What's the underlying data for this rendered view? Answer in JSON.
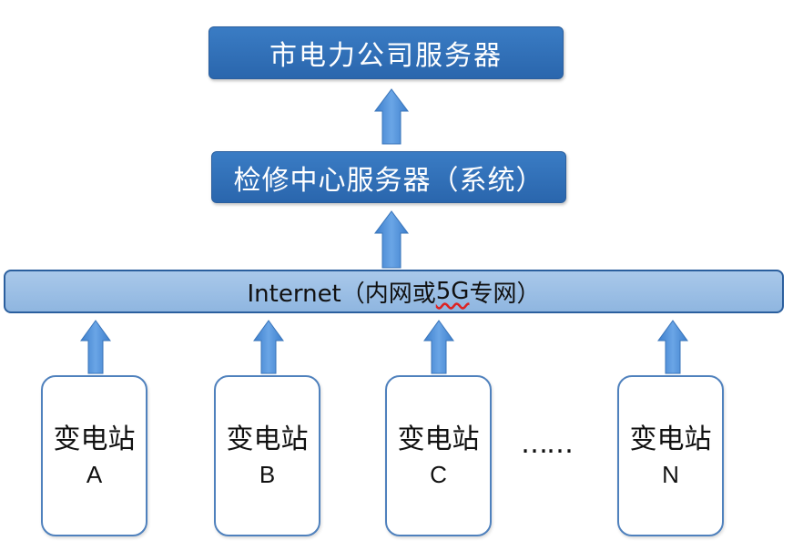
{
  "city_server": {
    "label": "市电力公司服务器"
  },
  "repair_server": {
    "label": "检修中心服务器（系统）"
  },
  "network": {
    "label_prefix": "Internet（内网或",
    "label_underlined": "5G",
    "label_suffix": "专网）"
  },
  "stations": [
    {
      "name": "变电站",
      "id": "A"
    },
    {
      "name": "变电站",
      "id": "B"
    },
    {
      "name": "变电站",
      "id": "C"
    },
    {
      "name": "变电站",
      "id": "N"
    }
  ],
  "ellipsis": "……",
  "colors": {
    "dark_box": "#2f71b8",
    "network_bar": "#9dc0e6",
    "arrow": "#4f8fd6",
    "station_border": "#4f81bd"
  },
  "icons": [
    "up-arrow-icon"
  ]
}
